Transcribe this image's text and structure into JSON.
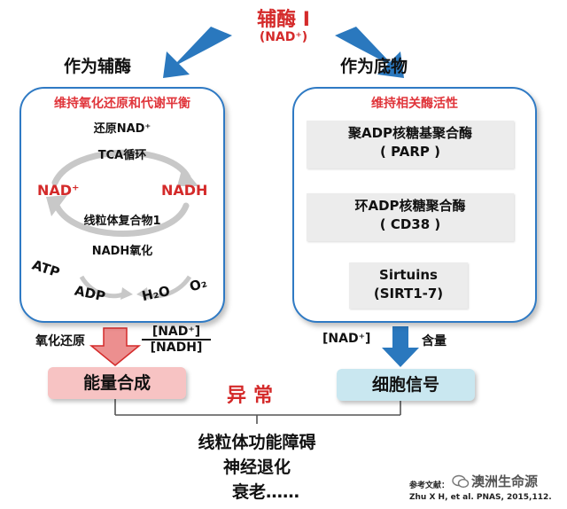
{
  "header": {
    "title": "辅酶 I",
    "subtitle": "(NAD⁺)"
  },
  "roles": {
    "coenzyme": "作为辅酶",
    "substrate": "作为底物"
  },
  "left_panel": {
    "title": "维持氧化还原和代谢平衡",
    "reduce_nad": "还原NAD⁺",
    "tca": "TCA循环",
    "nad_plus": "NAD⁺",
    "nadh": "NADH",
    "complex1": "线粒体复合物1",
    "nadh_ox": "NADH氧化",
    "atp": "ATP",
    "adp": "ADP",
    "h2o": "H₂O",
    "o2": "O₂"
  },
  "right_panel": {
    "title": "维持相关酶活性",
    "enzymes": [
      {
        "line1": "聚ADP核糖基聚合酶",
        "line2": "( PARP )"
      },
      {
        "line1": "环ADP核糖聚合酶",
        "line2": "( CD38 )"
      },
      {
        "line1": "Sirtuins",
        "line2": "(SIRT1-7)"
      }
    ]
  },
  "left_output": {
    "redox_label": "氧化还原",
    "ratio_top": "[NAD⁺]",
    "ratio_bottom": "[NADH]",
    "box": "能量合成"
  },
  "right_output": {
    "nad_label": "[NAD⁺]",
    "content_label": "含量",
    "box": "细胞信号"
  },
  "abnormal": "异常",
  "outcomes": [
    "线粒体功能障碍",
    "神经退化",
    "衰老……"
  ],
  "reference": {
    "label": "参考文献：",
    "citation": "Zhu X H, et al. PNAS, 2015,112."
  },
  "watermark": "澳洲生命源",
  "colors": {
    "red": "#d42a2a",
    "blue": "#2f7ac4",
    "pink_box": "#f7c3c3",
    "blue_box": "#c9e7f0",
    "arrow_blue": "#2a78be",
    "arrow_pink": "#ec8f8f"
  },
  "icons": [
    "wechat-icon"
  ]
}
